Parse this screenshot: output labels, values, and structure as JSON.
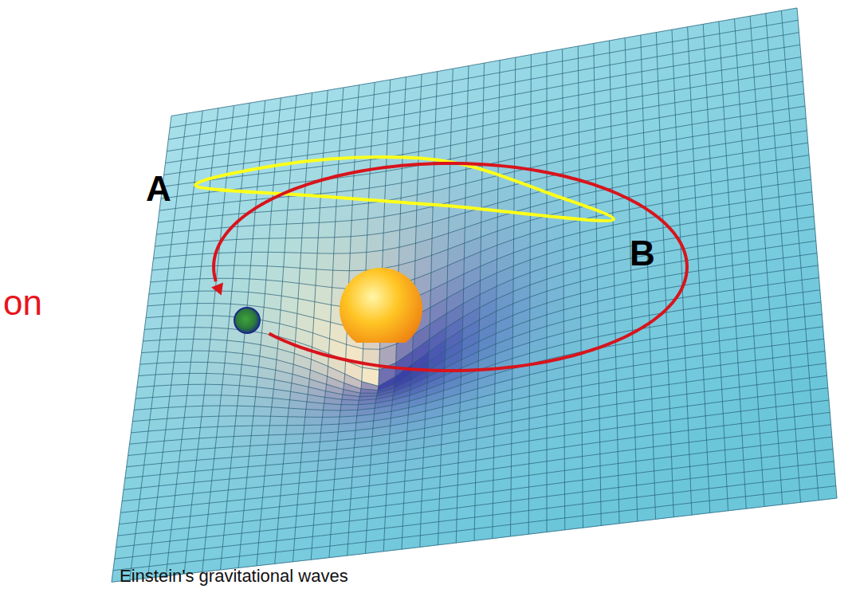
{
  "diagram": {
    "caption": "Einstein's gravitational waves",
    "labels": [
      "A",
      "B",
      "on"
    ]
  }
}
